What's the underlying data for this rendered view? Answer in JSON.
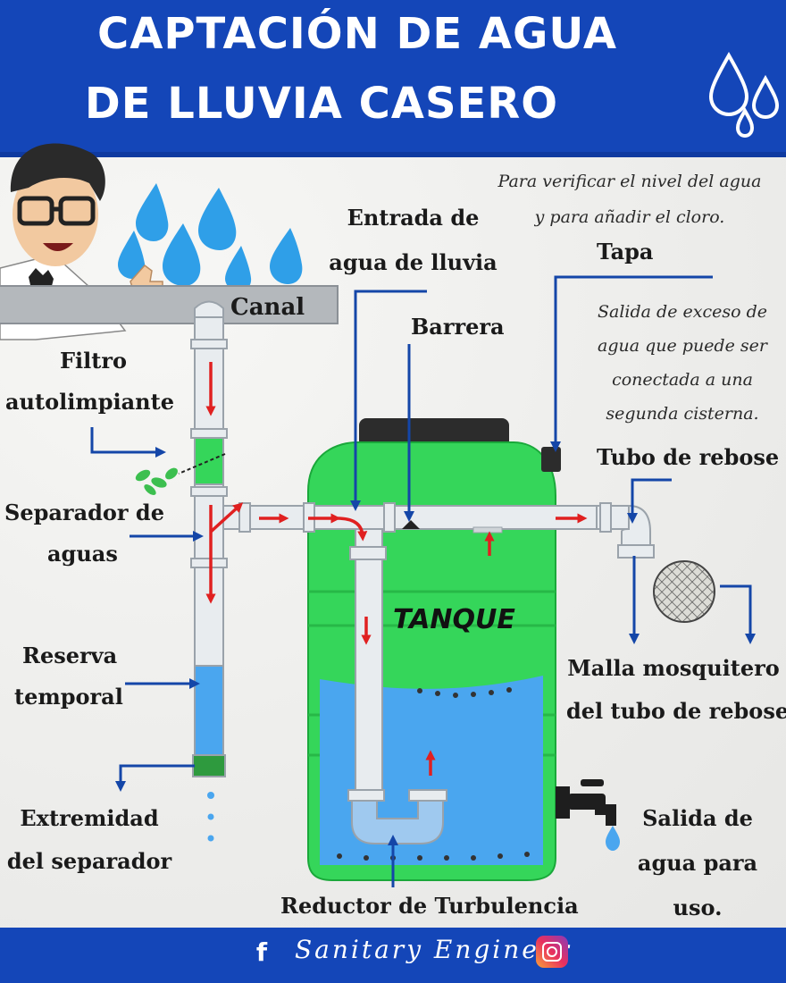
{
  "header": {
    "title_line1": "CAPTACIÓN DE AGUA",
    "title_line2": "DE LLUVIA CASERO"
  },
  "labels": {
    "canal": "Canal",
    "entrada_line1": "Entrada de",
    "entrada_line2": "agua de lluvia",
    "tapa": "Tapa",
    "barrera": "Barrera",
    "filtro_line1": "Filtro",
    "filtro_line2": "autolimpiante",
    "separador_line1": "Separador de",
    "separador_line2": "aguas",
    "tubo_rebose": "Tubo de rebose",
    "tanque": "TANQUE",
    "reserva_line1": "Reserva",
    "reserva_line2": "temporal",
    "malla_line1": "Malla mosquitero",
    "malla_line2": "del tubo de rebose",
    "extremidad_line1": "Extremidad",
    "extremidad_line2": "del separador",
    "salida_line1": "Salida de",
    "salida_line2": "agua para",
    "salida_line3": "uso.",
    "reductor": "Reductor de Turbulencia"
  },
  "notes": {
    "verificar_line1": "Para verificar el nivel del agua",
    "verificar_line2": "y para añadir el cloro.",
    "exceso_line1": "Salida de exceso de",
    "exceso_line2": "agua que puede ser",
    "exceso_line3": "conectada a una",
    "exceso_line4": "segunda cisterna."
  },
  "footer": {
    "facebook_icon": "f",
    "brand": "Sanitary Engineer"
  },
  "colors": {
    "header_blue": "#1446b8",
    "tank_green": "#35d65a",
    "water_blue": "#4aa6ef",
    "arrow_red": "#e02020",
    "pointer_blue": "#1446a8",
    "pipe_gray": "#e8ecef"
  }
}
